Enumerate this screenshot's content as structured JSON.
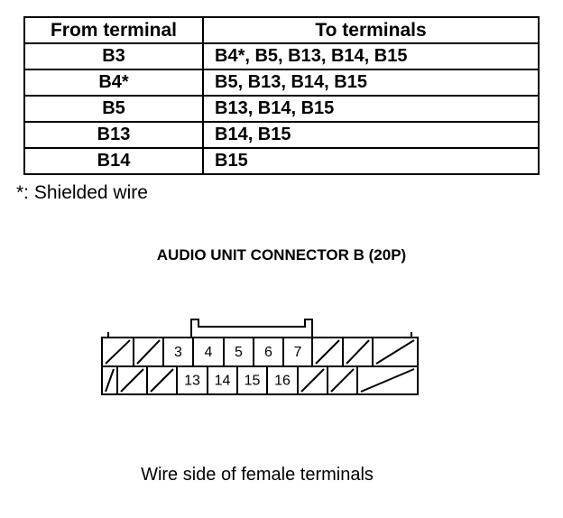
{
  "table": {
    "header_from": "From terminal",
    "header_to": "To terminals",
    "rows": [
      {
        "from": "B3",
        "to": "B4*, B5, B13, B14, B15"
      },
      {
        "from": "B4*",
        "to": "B5, B13, B14, B15"
      },
      {
        "from": "B5",
        "to": "B13, B14, B15"
      },
      {
        "from": "B13",
        "to": "B14, B15"
      },
      {
        "from": "B14",
        "to": "B15"
      }
    ]
  },
  "note": "*:   Shielded wire",
  "connector": {
    "title": "AUDIO UNIT CONNECTOR B (20P)",
    "top_row": [
      "",
      "",
      "3",
      "4",
      "5",
      "6",
      "7",
      "",
      "",
      ""
    ],
    "bottom_row": [
      "",
      "",
      "",
      "13",
      "14",
      "15",
      "16",
      "",
      "",
      ""
    ],
    "caption": "Wire side of female terminals"
  }
}
